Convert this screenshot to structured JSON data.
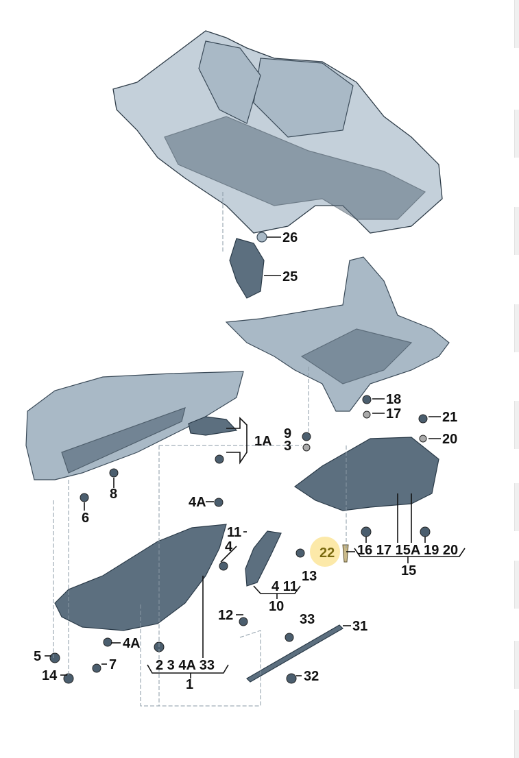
{
  "diagram": {
    "callouts": {
      "c26": "26",
      "c25": "25",
      "c18": "18",
      "c17": "17",
      "c21": "21",
      "c20": "20",
      "c9": "9",
      "c3": "3",
      "c1A": "1A",
      "c8": "8",
      "c6": "6",
      "c4A_top": "4A",
      "c11": "11",
      "c4": "4",
      "c13": "13",
      "c22": "22",
      "group15_items": "16 17 15A 19 20",
      "c15": "15",
      "group10_items": "4 11",
      "c10": "10",
      "c12": "12",
      "c33": "33",
      "c31": "31",
      "c5": "5",
      "c4A_mid": "4A",
      "c7": "7",
      "c14": "14",
      "group1_items": "2 3 4A 33",
      "c1": "1",
      "c32": "32"
    },
    "highlight_color": "#fbe59a"
  }
}
